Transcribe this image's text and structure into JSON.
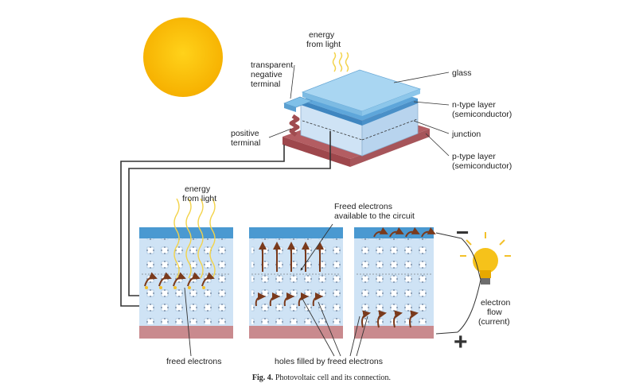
{
  "labels": {
    "energy_from_light_top": [
      "energy",
      "from light"
    ],
    "transparent_negative_terminal": [
      "transparent",
      "negative",
      "terminal"
    ],
    "positive_terminal": [
      "positive",
      "terminal"
    ],
    "glass": "glass",
    "n_type_layer": [
      "n-type layer",
      "(semiconductor)"
    ],
    "junction": "junction",
    "p_type_layer": [
      "p-type layer",
      "(semiconductor)"
    ],
    "energy_from_light_bottom": [
      "energy",
      "from light"
    ],
    "freed_electrons_available": [
      "Freed electrons",
      "available to the circuit"
    ],
    "electron_flow": [
      "electron",
      "flow",
      "(current)"
    ],
    "freed_electrons": "freed electrons",
    "holes_filled": "holes filled by freed electrons",
    "minus_sign": "−",
    "plus_sign": "+"
  },
  "caption": {
    "prefix": "Fig. 4.",
    "text": "Photovoltaic cell and its connection."
  },
  "colors": {
    "sun": "#f7b500",
    "glass": "#8fc8ea",
    "cell_body": "#cfe3f5",
    "p_layer": "#c97c80",
    "electron_arrow": "#7a3a1c",
    "wave": "#f3d34a",
    "bulb": "#f6c21a",
    "wire": "#333333"
  }
}
